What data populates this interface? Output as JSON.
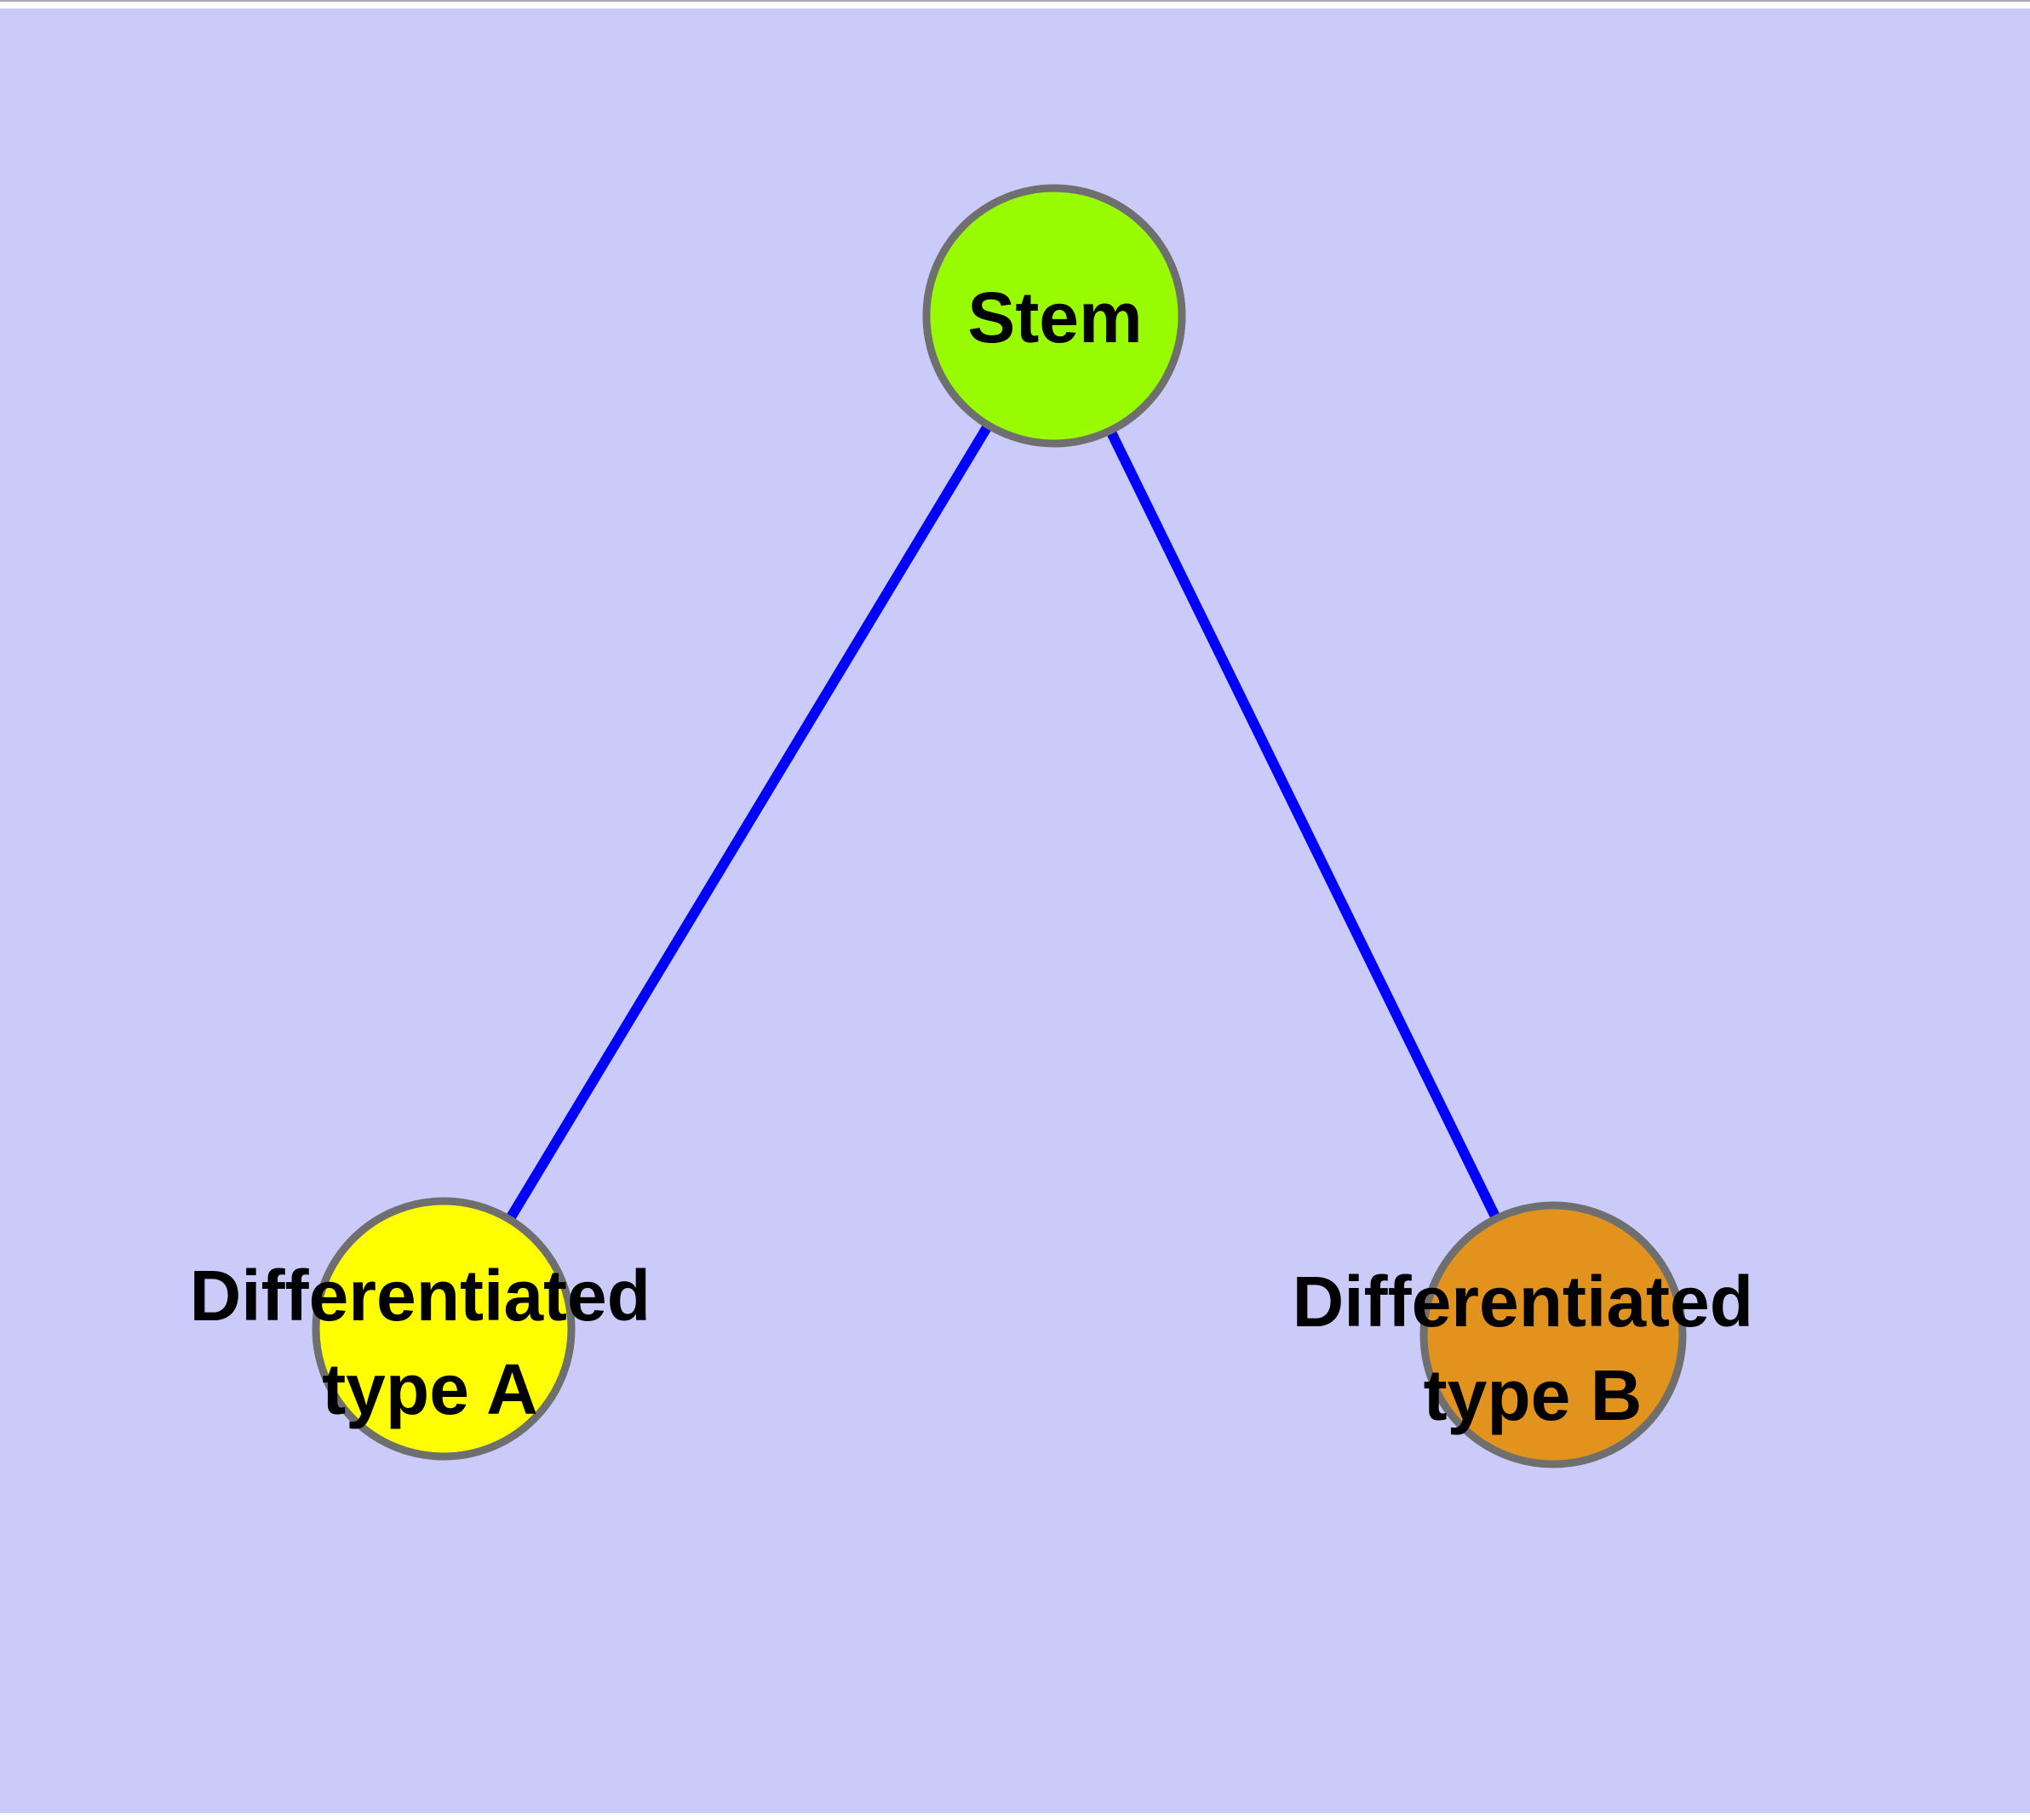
{
  "diagram": {
    "type": "graph",
    "background": {
      "page_color": "#ffffff",
      "canvas_color": "#cbcbfa",
      "top_border_color": "#ababab"
    },
    "edges": [
      {
        "from": "stem",
        "to": "type_a",
        "color": "#0000ff"
      },
      {
        "from": "stem",
        "to": "type_b",
        "color": "#0000ff"
      }
    ],
    "nodes": {
      "stem": {
        "label": "Stem",
        "fill": "#99fb01",
        "border": "#6f6f6f"
      },
      "type_a": {
        "label_line1": "Differentiated",
        "label_line2": "type A",
        "fill": "#fffe00",
        "border": "#6f6f6f"
      },
      "type_b": {
        "label_line1": "Differentiated",
        "label_line2": "type B",
        "fill": "#e2931d",
        "border": "#6f6f6f"
      }
    }
  }
}
